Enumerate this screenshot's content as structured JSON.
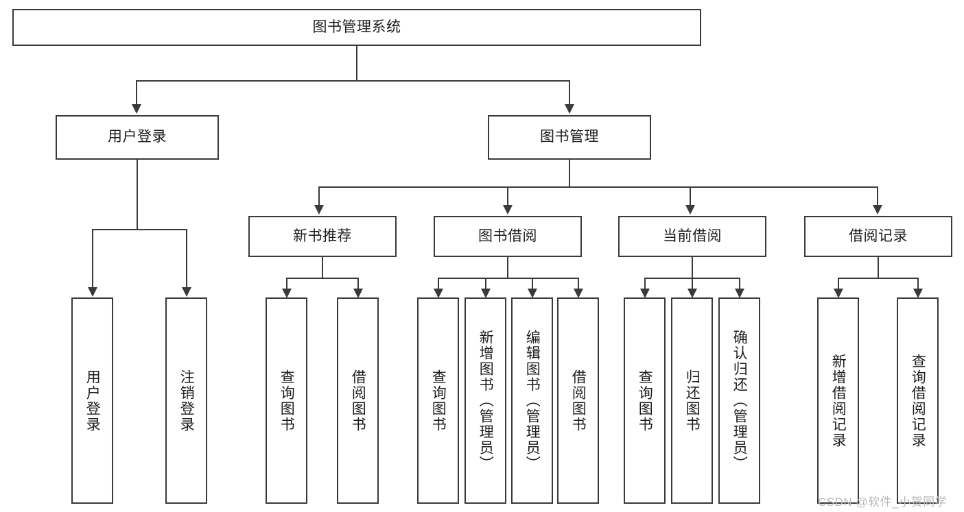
{
  "diagram": {
    "title": "图书管理系统",
    "type": "tree-hierarchy-chart",
    "root": {
      "label": "图书管理系统"
    },
    "level2": [
      {
        "label": "用户登录"
      },
      {
        "label": "图书管理"
      }
    ],
    "level3": [
      {
        "label": "新书推荐"
      },
      {
        "label": "图书借阅"
      },
      {
        "label": "当前借阅"
      },
      {
        "label": "借阅记录"
      }
    ],
    "leaves": {
      "user_login": [
        {
          "label": "用户登录"
        },
        {
          "label": "注销登录"
        }
      ],
      "new_book_recommend": [
        {
          "label": "查询图书"
        },
        {
          "label": "借阅图书"
        }
      ],
      "book_borrow": [
        {
          "label": "查询图书"
        },
        {
          "label": "新增图书（管理员）"
        },
        {
          "label": "编辑图书（管理员）"
        },
        {
          "label": "借阅图书"
        }
      ],
      "current_borrow": [
        {
          "label": "查询图书"
        },
        {
          "label": "归还图书"
        },
        {
          "label": "确认归还（管理员）"
        }
      ],
      "borrow_record": [
        {
          "label": "新增借阅记录"
        },
        {
          "label": "查询借阅记录"
        }
      ]
    }
  },
  "watermark": {
    "text": "CSDN @软件_小贺同学"
  },
  "colors": {
    "stroke": "#3a3a3a",
    "text": "#1c1c1c",
    "background": "#ffffff",
    "watermark": "#b9b9b9"
  }
}
